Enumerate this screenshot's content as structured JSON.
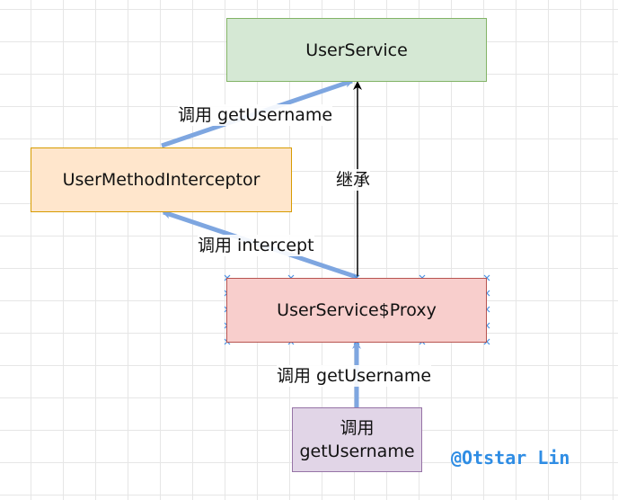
{
  "nodes": {
    "user_service": "UserService",
    "interceptor": "UserMethodInterceptor",
    "proxy": "UserService$Proxy",
    "caller": "调用\ngetUsername"
  },
  "edges": {
    "proxy_to_interceptor": "调用 intercept",
    "interceptor_to_service": "调用 getUsername",
    "proxy_to_service": "继承",
    "caller_to_proxy": "调用 getUsername"
  },
  "watermark": "@Otstar Lin",
  "colors": {
    "service_fill": "#d5e8d4",
    "service_border": "#82b366",
    "interceptor_fill": "#ffe6cc",
    "interceptor_border": "#d79b00",
    "proxy_fill": "#f8cecc",
    "proxy_border": "#b85450",
    "caller_fill": "#e1d5e7",
    "caller_border": "#9673a6",
    "call_arrow": "#7ea6e0",
    "inherit_arrow": "#000000",
    "selection_handle": "#4a90e2",
    "watermark": "#2f8de4"
  }
}
